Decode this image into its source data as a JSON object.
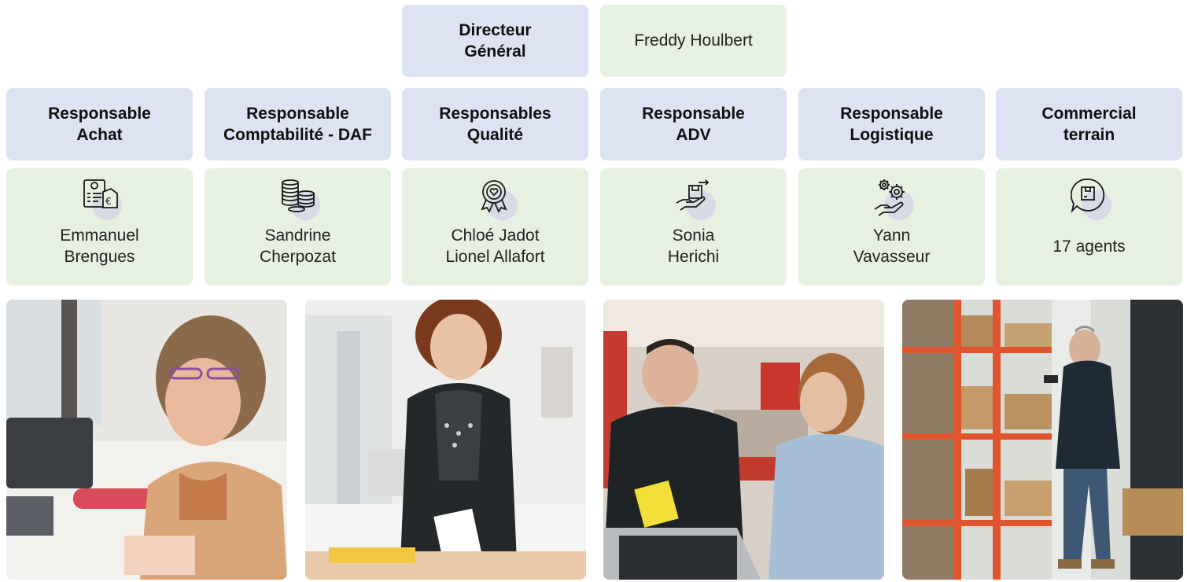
{
  "director": {
    "title": "Directeur\nGénéral",
    "name": "Freddy Houlbert"
  },
  "roles": [
    {
      "title": "Responsable\nAchat",
      "names": "Emmanuel\nBrengues",
      "icon": "invoice-euro-icon"
    },
    {
      "title": "Responsable\nComptabilité - DAF",
      "names": "Sandrine\nCherpozat",
      "icon": "coins-icon"
    },
    {
      "title": "Responsables\nQualité",
      "names": "Chloé Jadot\nLionel Allafort",
      "icon": "quality-badge-icon"
    },
    {
      "title": "Responsable\nADV",
      "names": "Sonia\nHerichi",
      "icon": "package-hand-icon"
    },
    {
      "title": "Responsable\nLogistique",
      "names": "Yann\nVavasseur",
      "icon": "gears-hand-icon"
    },
    {
      "title": "Commercial\nterrain",
      "names": "17 agents",
      "icon": "chat-package-icon"
    }
  ],
  "colors": {
    "role_bg": "#dde3f3",
    "person_bg": "#e7f1e1",
    "icon_halo": "#d6dbe6"
  }
}
